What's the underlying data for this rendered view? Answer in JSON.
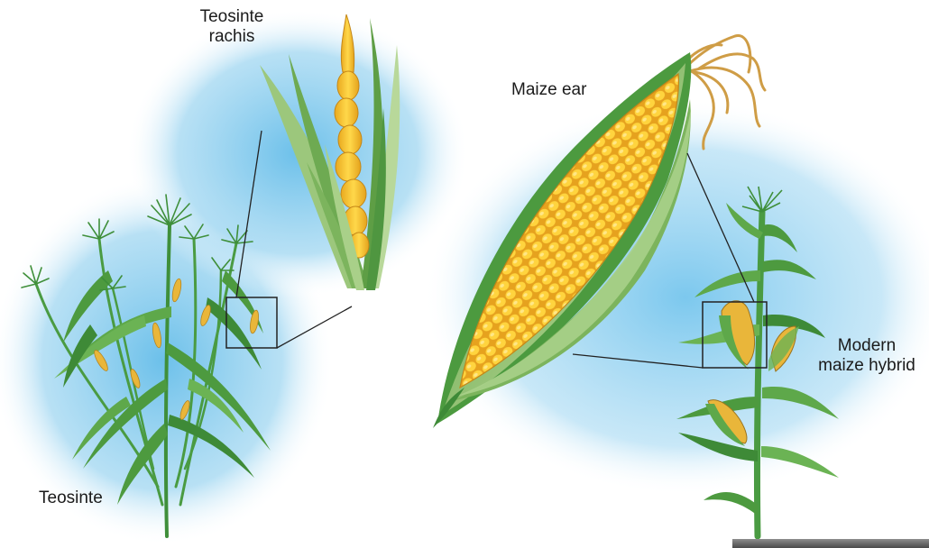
{
  "labels": {
    "teosinte_rachis_line1": "Teosinte",
    "teosinte_rachis_line2": "rachis",
    "maize_ear": "Maize ear",
    "teosinte": "Teosinte",
    "modern_maize_line1": "Modern",
    "modern_maize_line2": "maize hybrid"
  },
  "colors": {
    "background_glow": "#7ec8ec",
    "leaf_dark": "#3f8f3a",
    "leaf_light": "#a9d089",
    "husk": "#8fbf6a",
    "kernel": "#f2c230",
    "kernel_shadow": "#d99a1c",
    "silk": "#d9a84e",
    "line": "#222222"
  },
  "icons": [
    "teosinte-plant-icon",
    "teosinte-rachis-icon",
    "maize-ear-icon",
    "maize-plant-icon"
  ]
}
